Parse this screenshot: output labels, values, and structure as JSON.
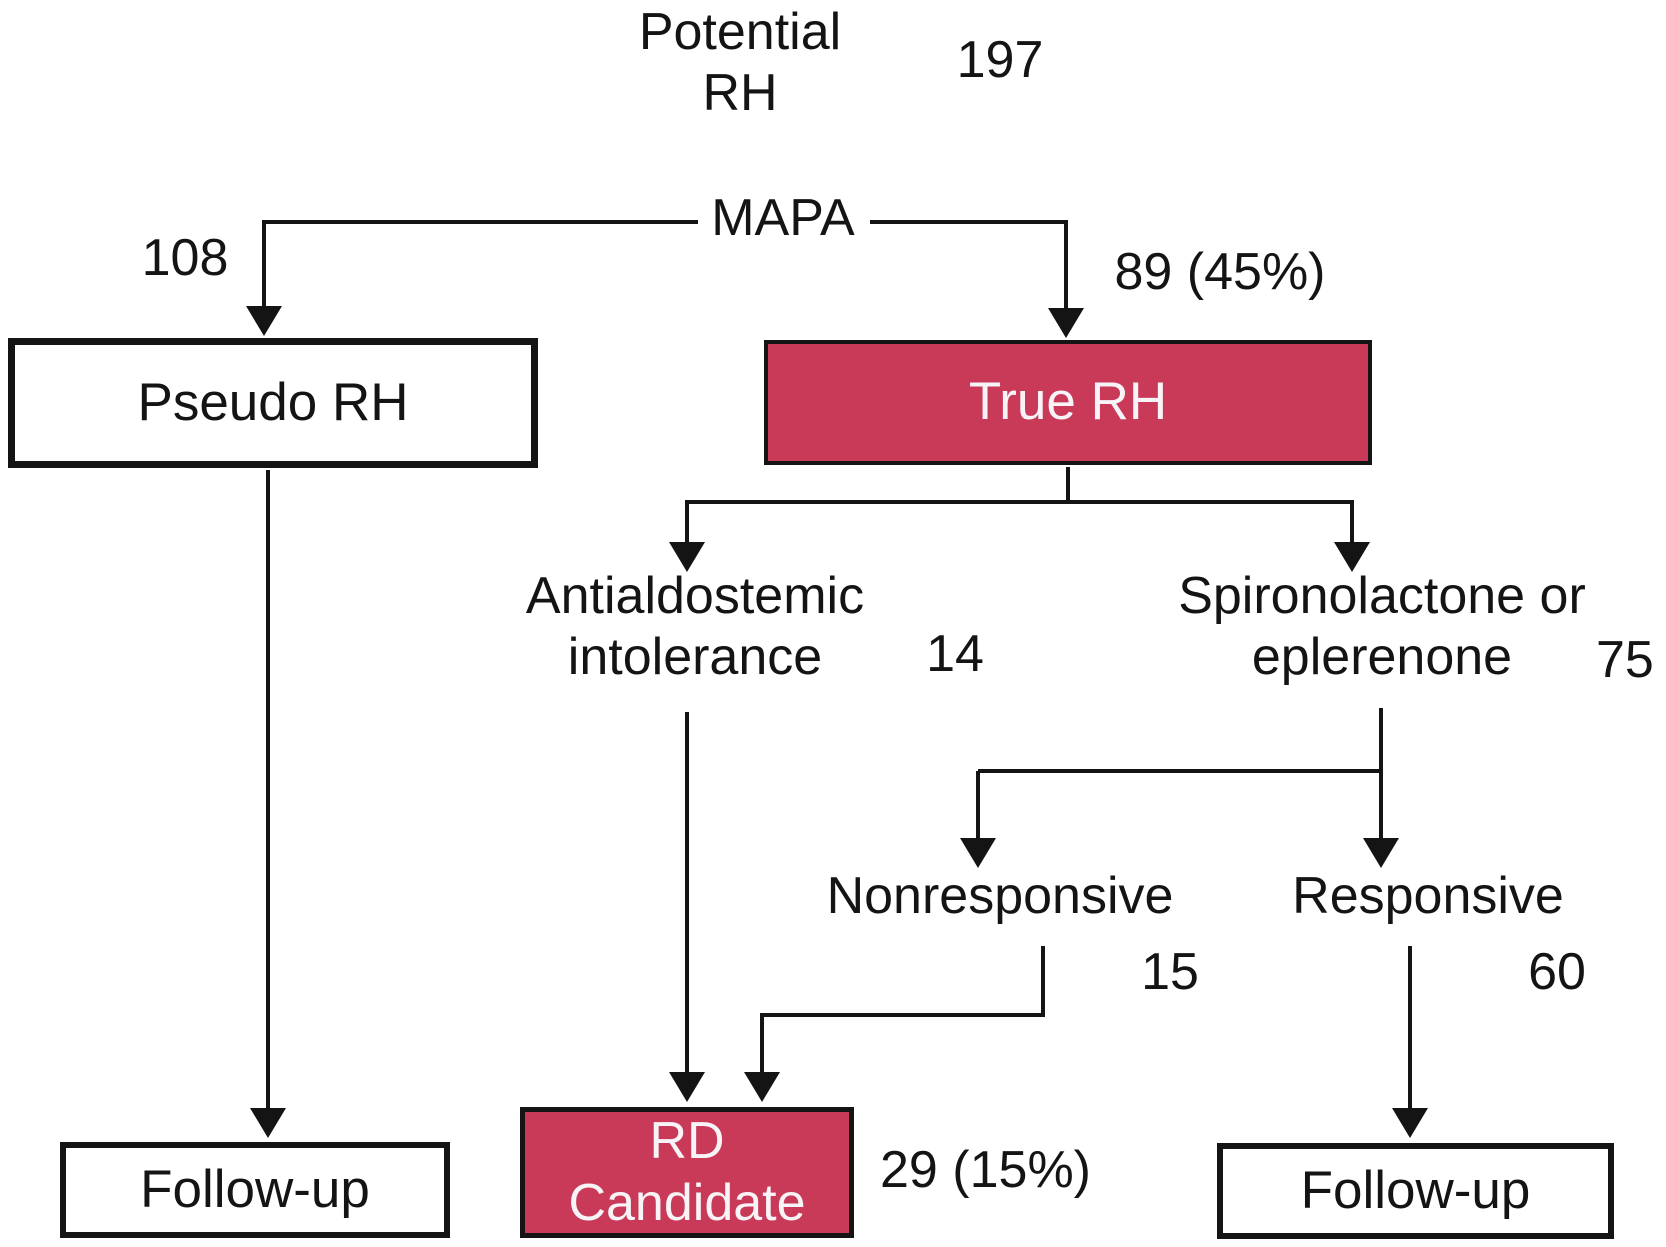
{
  "colors": {
    "accent": "#C83A58",
    "ink": "#141414",
    "box_background": "#ffffff",
    "box_text_light": "#F7F3F6"
  },
  "root": {
    "line1": "Potential",
    "line2": "RH",
    "count": "197"
  },
  "mapa": {
    "label": "MAPA",
    "left_count": "108",
    "right_count": "89 (45%)"
  },
  "pseudo_rh": {
    "label": "Pseudo RH"
  },
  "true_rh": {
    "label": "True RH"
  },
  "antialdostemic": {
    "line1": "Antialdostemic",
    "line2": "intolerance",
    "count": "14"
  },
  "spironolactone": {
    "line1": "Spironolactone or",
    "line2": "eplerenone",
    "count": "75"
  },
  "nonresponsive": {
    "label": "Nonresponsive",
    "count": "15"
  },
  "responsive": {
    "label": "Responsive",
    "count": "60"
  },
  "rd_candidate": {
    "line1": "RD",
    "line2": "Candidate",
    "count": "29 (15%)"
  },
  "followup_left": {
    "label": "Follow-up"
  },
  "followup_right": {
    "label": "Follow-up"
  }
}
